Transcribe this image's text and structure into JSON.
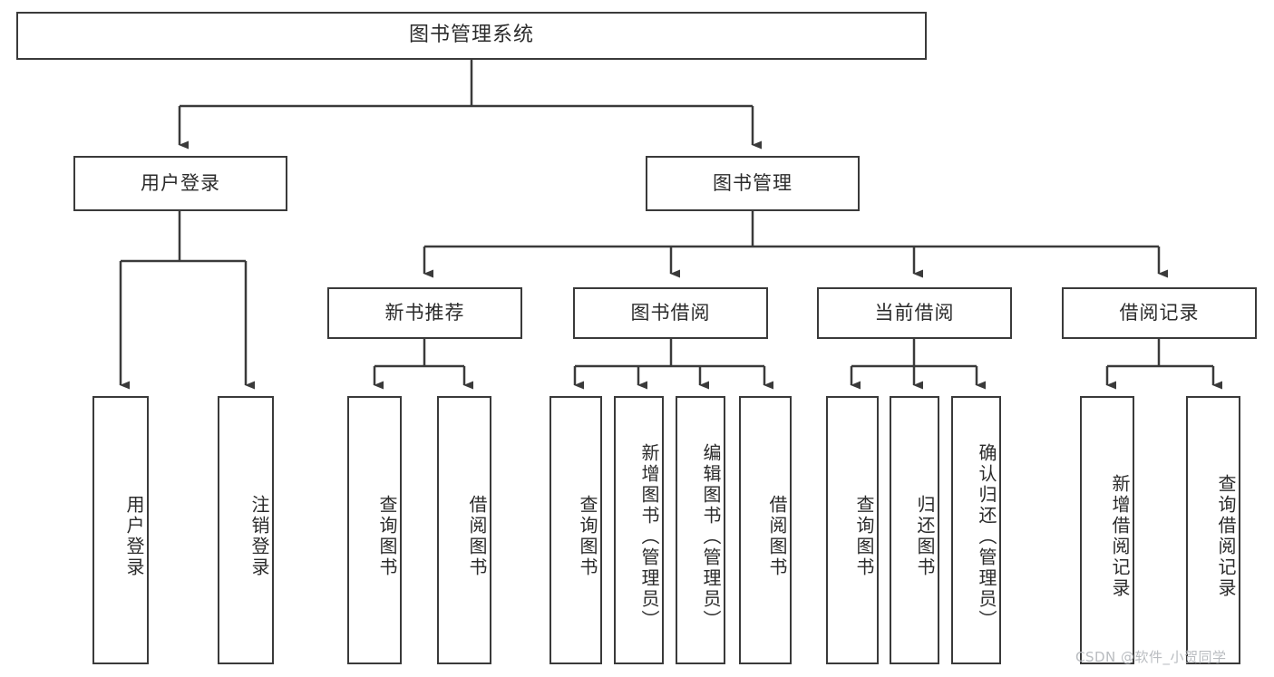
{
  "diagram": {
    "title": "图书管理系统",
    "watermark": "CSDN @软件_小贺同学",
    "stroke_color": "#3a3a3a",
    "text_color": "#2b2b2b",
    "background": "#ffffff"
  },
  "level1": {
    "root": "图书管理系统"
  },
  "level2": {
    "user_login": "用户登录",
    "book_manage": "图书管理"
  },
  "level3": {
    "new_book_rec": "新书推荐",
    "book_borrow": "图书借阅",
    "current_borrow": "当前借阅",
    "borrow_record": "借阅记录"
  },
  "leaves": {
    "user_login_1": "用户登录",
    "user_login_2": "注销登录",
    "new_book_1": "查询图书",
    "new_book_2": "借阅图书",
    "borrow_1": "查询图书",
    "borrow_2": "新增图书（管理员）",
    "borrow_3": "编辑图书（管理员）",
    "borrow_4": "借阅图书",
    "current_1": "查询图书",
    "current_2": "归还图书",
    "current_3": "确认归还（管理员）",
    "record_1": "新增借阅记录",
    "record_2": "查询借阅记录"
  },
  "tree": {
    "type": "org-chart",
    "root": "图书管理系统",
    "children": [
      {
        "label": "用户登录",
        "children": [
          {
            "label": "用户登录"
          },
          {
            "label": "注销登录"
          }
        ]
      },
      {
        "label": "图书管理",
        "children": [
          {
            "label": "新书推荐",
            "children": [
              {
                "label": "查询图书"
              },
              {
                "label": "借阅图书"
              }
            ]
          },
          {
            "label": "图书借阅",
            "children": [
              {
                "label": "查询图书"
              },
              {
                "label": "新增图书（管理员）"
              },
              {
                "label": "编辑图书（管理员）"
              },
              {
                "label": "借阅图书"
              }
            ]
          },
          {
            "label": "当前借阅",
            "children": [
              {
                "label": "查询图书"
              },
              {
                "label": "归还图书"
              },
              {
                "label": "确认归还（管理员）"
              }
            ]
          },
          {
            "label": "借阅记录",
            "children": [
              {
                "label": "新增借阅记录"
              },
              {
                "label": "查询借阅记录"
              }
            ]
          }
        ]
      }
    ]
  }
}
